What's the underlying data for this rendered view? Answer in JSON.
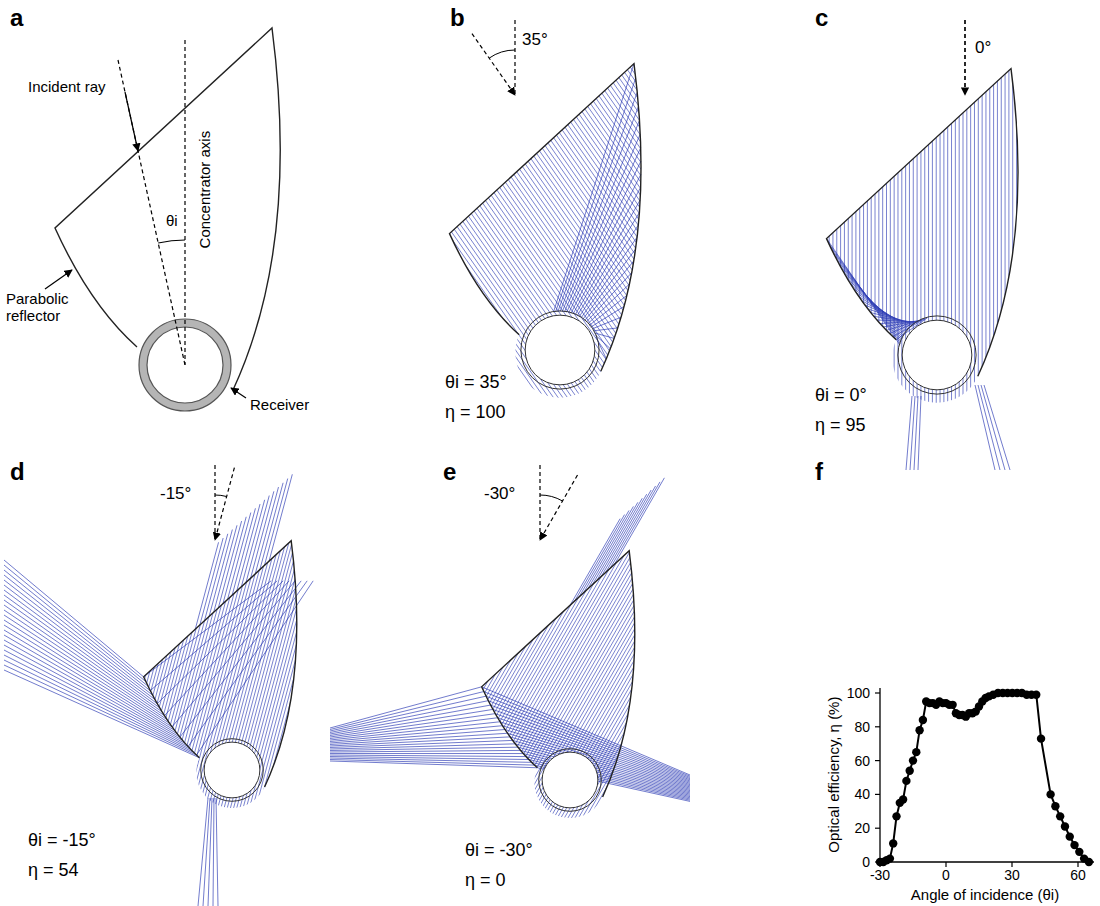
{
  "diagram": {
    "labels": [
      "a",
      "b",
      "c",
      "d",
      "e",
      "f",
      "Incident ray",
      "θi",
      "Concentrator axis",
      "Parabolic reflector",
      "Receiver",
      "35°",
      "θi = 35°",
      "η = 100",
      "0°",
      "θi = 0°",
      "η = 95",
      "-15°",
      "θi = -15°",
      "η = 54",
      "-30°",
      "θi = -30°",
      "η = 0",
      "Optical efficiency, η (%)",
      "Angle of incidence (θi)",
      "0",
      "20",
      "40",
      "60",
      "80",
      "100",
      "-30",
      "0",
      "30",
      "60"
    ]
  }
}
